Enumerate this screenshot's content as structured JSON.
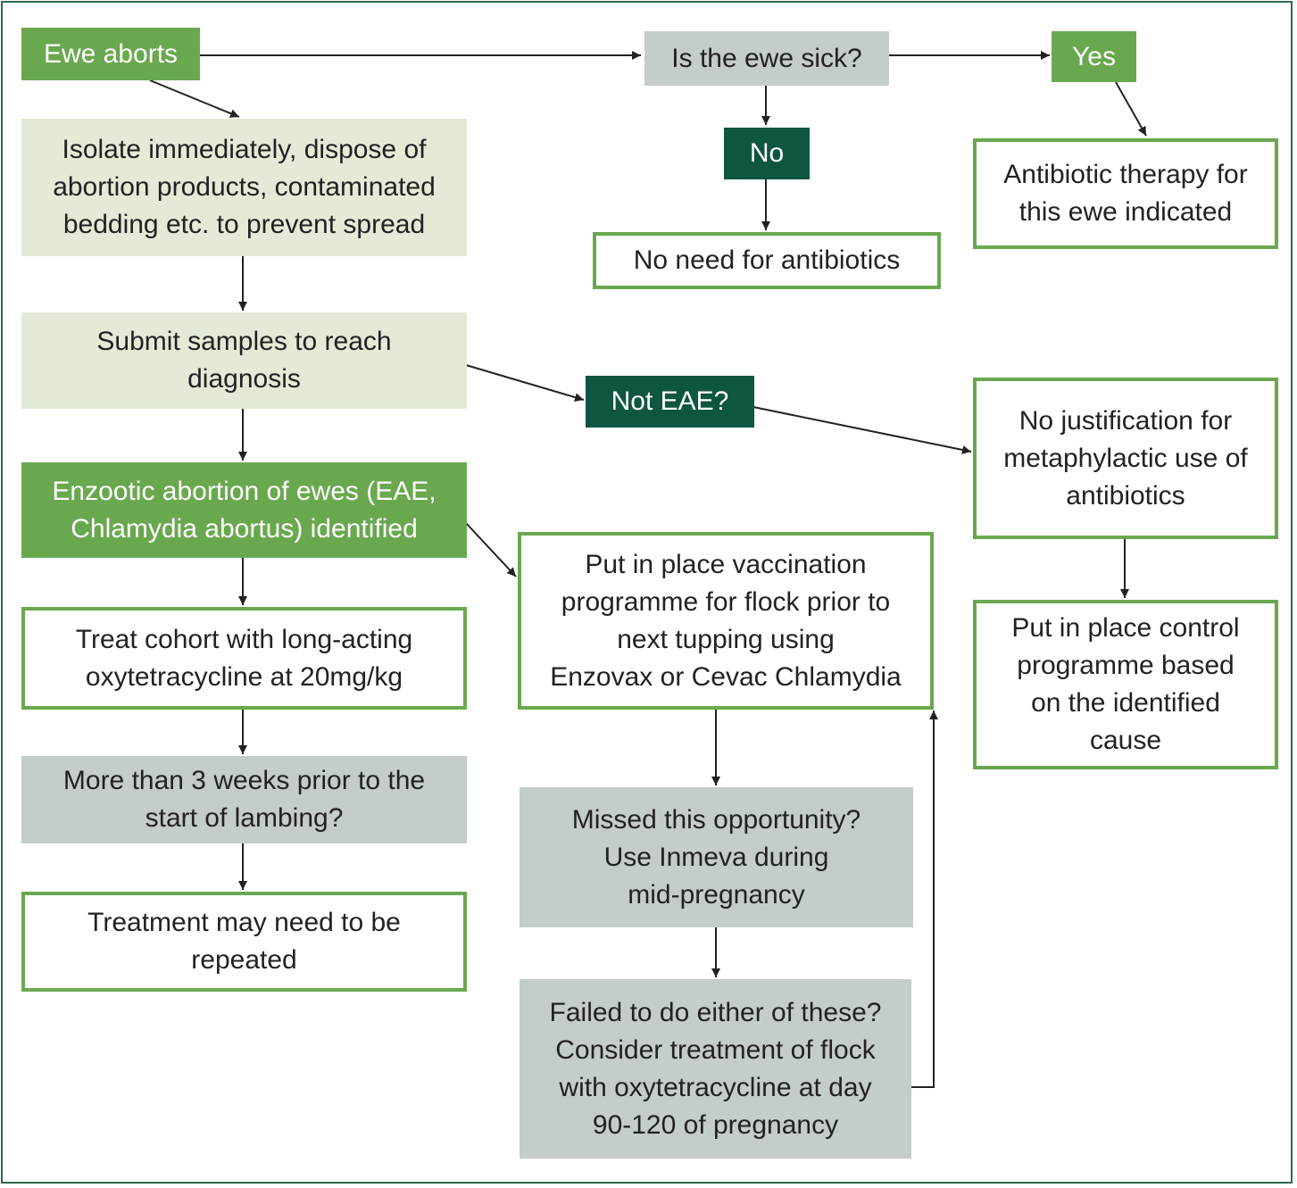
{
  "nodes": {
    "ewe_aborts": "Ewe aborts",
    "is_sick": "Is the ewe sick?",
    "yes": "Yes",
    "no": "No",
    "antibiotic_therapy": "Antibiotic therapy for\nthis ewe indicated",
    "no_need": "No need for antibiotics",
    "isolate": "Isolate immediately, dispose of\nabortion products, contaminated\nbedding etc. to prevent spread",
    "submit_samples": "Submit samples to reach\ndiagnosis",
    "not_eae": "Not EAE?",
    "no_justification": "No justification for\nmetaphylactic use of\nantibiotics",
    "control_programme": "Put in place control\nprogramme based\non the identified\ncause",
    "eae_identified": "Enzootic abortion of ewes (EAE,\nChlamydia abortus) identified",
    "vaccination": "Put in place vaccination\nprogramme for flock prior to\nnext tupping using\nEnzovax or Cevac Chlamydia",
    "treat_cohort": "Treat cohort with long-acting\noxytetracycline at 20mg/kg",
    "more_than_3_weeks": "More than 3 weeks prior to the\nstart of lambing?",
    "missed_opportunity": "Missed this opportunity?\nUse Inmeva during\nmid-pregnancy",
    "treatment_repeat": "Treatment may need to be\nrepeated",
    "failed_either": "Failed to do either of these?\nConsider treatment of flock\nwith oxytetracycline at day\n90-120 of pregnancy"
  },
  "colors": {
    "green": "#6aa84f",
    "dark_green": "#0f5642",
    "grey": "#c4cdc7",
    "pale_green": "#e3ebd6",
    "arrow": "#222222"
  }
}
